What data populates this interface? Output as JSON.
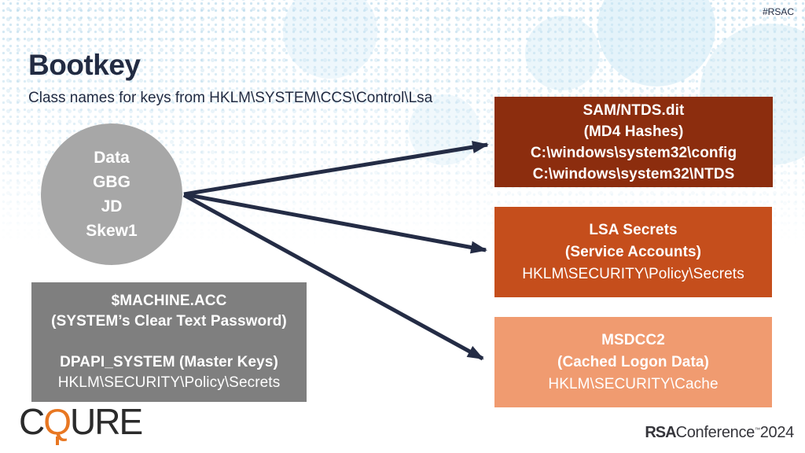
{
  "slide": {
    "hashtag": "#RSAC",
    "title": "Bootkey",
    "subtitle": "Class names for keys from HKLM\\SYSTEM\\CCS\\Control\\Lsa"
  },
  "diagram": {
    "source_circle": {
      "line1": "Data",
      "line2": "GBG",
      "line3": "JD",
      "line4": "Skew1"
    },
    "machine_box": {
      "line1": "$MACHINE.ACC",
      "line2": "(SYSTEM’s Clear Text Password)",
      "line3": "DPAPI_SYSTEM (Master Keys)",
      "line4": "HKLM\\SECURITY\\Policy\\Secrets"
    },
    "sam_box": {
      "line1": "SAM/NTDS.dit",
      "line2": "(MD4 Hashes)",
      "line3": "C:\\windows\\system32\\config",
      "line4": "C:\\windows\\system32\\NTDS"
    },
    "lsa_box": {
      "line1": "LSA Secrets",
      "line2": "(Service Accounts)",
      "line3": "HKLM\\SECURITY\\Policy\\Secrets"
    },
    "msdcc_box": {
      "line1": "MSDCC2",
      "line2": "(Cached Logon Data)",
      "line3": "HKLM\\SECURITY\\Cache"
    }
  },
  "footer": {
    "cqure_c": "C",
    "cqure_q": "Q",
    "cqure_ure": "URE",
    "rsa_brand": "RSA",
    "rsa_name": "Conference",
    "rsa_tm": "™",
    "rsa_year": "2024"
  },
  "colors": {
    "navy_text": "#222b42",
    "arrow": "#242c45",
    "circle_gray": "#a7a7a7",
    "machine_box_gray": "#7f7f7f",
    "sam_box_dark_red": "#8c2d0e",
    "lsa_box_orange": "#c54e1c",
    "msdcc_box_salmon": "#f09b70",
    "logo_orange": "#e87722",
    "dot_pattern_blue": "#cde7f3"
  }
}
